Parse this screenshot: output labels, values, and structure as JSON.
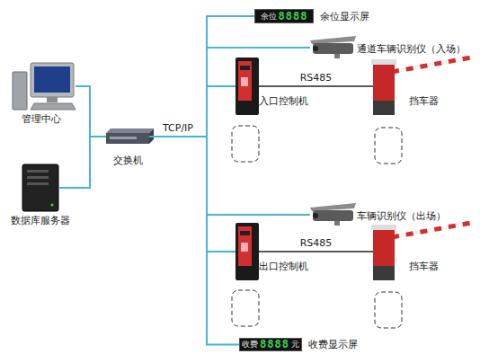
{
  "diagram": {
    "nodes": [
      {
        "text": [
          "管理中心"
        ]
      },
      {
        "text": [
          "数据库服务器"
        ]
      },
      {
        "text": [
          "交换机"
        ]
      },
      {
        "text": [
          "余位",
          "8888",
          "余位显示屏"
        ]
      },
      {
        "text": [
          "通道车辆识别仪（入场）"
        ]
      },
      {
        "text": [
          "入口控制机"
        ]
      },
      {
        "text": [
          "挡车器"
        ]
      },
      {
        "text": [
          "车辆识别仪（出场）"
        ]
      },
      {
        "text": [
          "出口控制机"
        ]
      },
      {
        "text": [
          "挡车器"
        ]
      },
      {
        "text": [
          "收费",
          "8888",
          "元",
          "收费显示屏"
        ]
      }
    ],
    "edges": [
      {
        "from": 0,
        "to": 2,
        "arrow": "none"
      },
      {
        "from": 1,
        "to": 2,
        "arrow": "none"
      },
      {
        "from": 2,
        "to": 3,
        "label": "TCP/IP",
        "arrow": "none"
      },
      {
        "from": 2,
        "to": 4,
        "arrow": "none"
      },
      {
        "from": 2,
        "to": 5,
        "arrow": "none"
      },
      {
        "from": 2,
        "to": 7,
        "arrow": "none"
      },
      {
        "from": 2,
        "to": 8,
        "arrow": "none"
      },
      {
        "from": 2,
        "to": 10,
        "arrow": "none"
      },
      {
        "from": 5,
        "to": 6,
        "label": "RS485",
        "arrow": "none"
      },
      {
        "from": 8,
        "to": 9,
        "label": "RS485",
        "arrow": "none"
      }
    ]
  }
}
